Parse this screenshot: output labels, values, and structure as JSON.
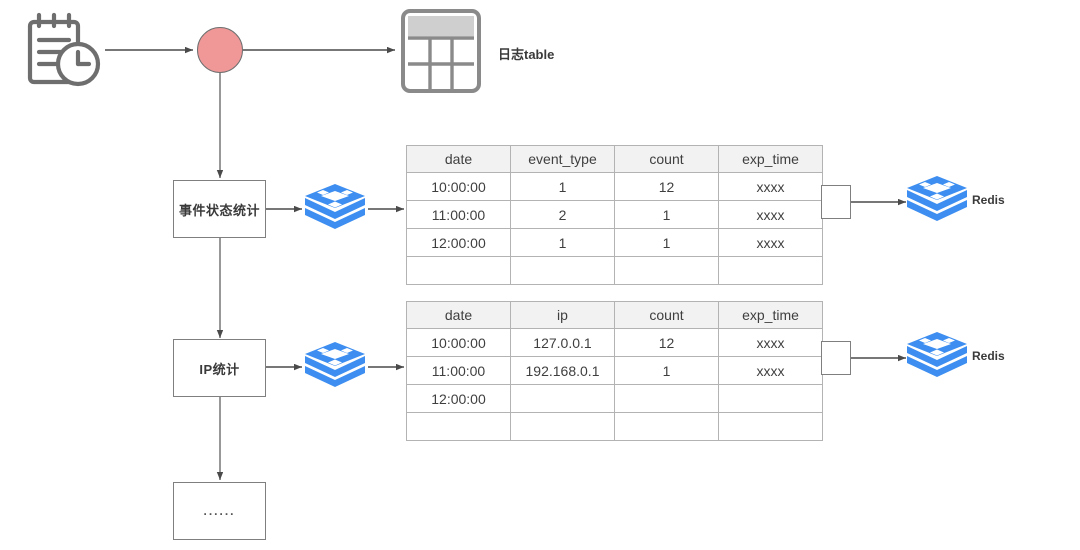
{
  "diagram": {
    "title": "Log statistics data flow diagram",
    "colors": {
      "redis_blue": "#3d8ef0",
      "redis_blue_dark": "#2a7fe0",
      "node_red": "#f09898",
      "stroke_gray": "#7f7f7f",
      "table_border": "#b3b3b3",
      "header_fill": "#f2f2f2",
      "icon_gray": "#6e6e6e",
      "background": "#ffffff"
    },
    "source": {
      "icon": "clipboard-clock-icon",
      "name": "log-source"
    },
    "dispatch_node": {
      "name": "dispatch-node",
      "shape": "circle",
      "fill": "#f09898"
    },
    "log_table": {
      "icon": "table-icon",
      "label": "日志table"
    },
    "processes": [
      {
        "id": "event-status-stat",
        "label": "事件状态统计"
      },
      {
        "id": "ip-stat",
        "label": "IP统计"
      },
      {
        "id": "more-stat",
        "label": "......"
      }
    ],
    "pipeline_icons": [
      {
        "id": "redis-pipeline-icon-1",
        "icon": "redis-stack-icon"
      },
      {
        "id": "redis-pipeline-icon-2",
        "icon": "redis-stack-icon"
      }
    ],
    "tables": [
      {
        "id": "event-type-table",
        "headers": [
          "date",
          "event_type",
          "count",
          "exp_time"
        ],
        "rows": [
          [
            "10:00:00",
            "1",
            "12",
            "xxxx"
          ],
          [
            "11:00:00",
            "2",
            "1",
            "xxxx"
          ],
          [
            "12:00:00",
            "1",
            "1",
            "xxxx"
          ],
          [
            "",
            "",
            "",
            ""
          ]
        ]
      },
      {
        "id": "ip-table",
        "headers": [
          "date",
          "ip",
          "count",
          "exp_time"
        ],
        "rows": [
          [
            "10:00:00",
            "127.0.0.1",
            "12",
            "xxxx"
          ],
          [
            "11:00:00",
            "192.168.0.1",
            "1",
            "xxxx"
          ],
          [
            "12:00:00",
            "",
            "",
            ""
          ],
          [
            "",
            "",
            "",
            ""
          ]
        ]
      }
    ],
    "sinks": [
      {
        "id": "redis-sink-1",
        "icon": "redis-stack-icon",
        "label": "Redis"
      },
      {
        "id": "redis-sink-2",
        "icon": "redis-stack-icon",
        "label": "Redis"
      }
    ]
  }
}
